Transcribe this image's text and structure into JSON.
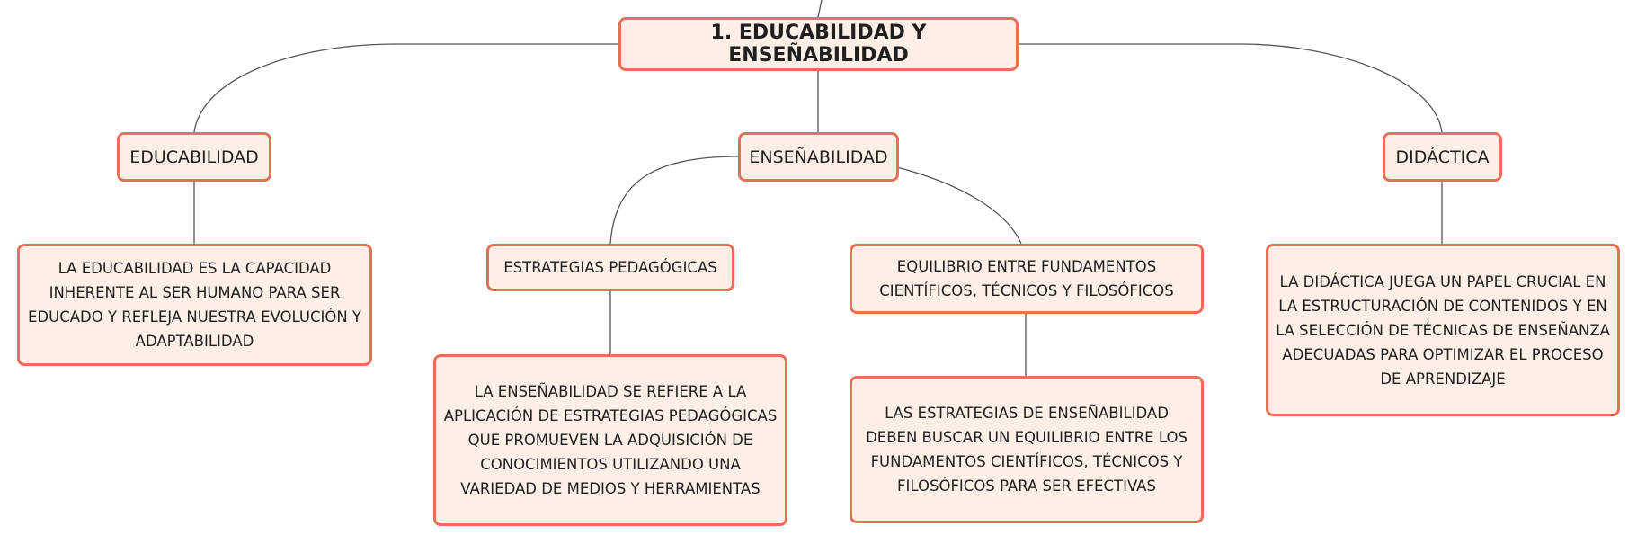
{
  "map": {
    "root": {
      "label": "1. EDUCABILIDAD Y ENSEÑABILIDAD"
    },
    "topics": {
      "educabilidad": {
        "label": "EDUCABILIDAD"
      },
      "ensenabilidad": {
        "label": "ENSEÑABILIDAD"
      },
      "didactica": {
        "label": "DIDÁCTICA"
      }
    },
    "subtopics": {
      "educabilidad_desc": {
        "text": "LA EDUCABILIDAD ES LA CAPACIDAD INHERENTE AL SER HUMANO PARA SER EDUCADO Y REFLEJA NUESTRA EVOLUCIÓN Y ADAPTABILIDAD"
      },
      "estrategias": {
        "label": "ESTRATEGIAS PEDAGÓGICAS"
      },
      "estrategias_desc": {
        "text": "LA ENSEÑABILIDAD SE REFIERE A LA APLICACIÓN DE ESTRATEGIAS PEDAGÓGICAS QUE PROMUEVEN LA ADQUISICIÓN DE CONOCIMIENTOS UTILIZANDO UNA VARIEDAD DE MEDIOS Y HERRAMIENTAS"
      },
      "equilibrio": {
        "label": "EQUILIBRIO ENTRE FUNDAMENTOS CIENTÍFICOS, TÉCNICOS Y FILOSÓFICOS"
      },
      "equilibrio_desc": {
        "text": "LAS ESTRATEGIAS DE ENSEÑABILIDAD DEBEN BUSCAR UN EQUILIBRIO ENTRE LOS FUNDAMENTOS CIENTÍFICOS, TÉCNICOS Y FILOSÓFICOS PARA SER EFECTIVAS"
      },
      "didactica_desc": {
        "text": "LA DIDÁCTICA JUEGA UN PAPEL CRUCIAL EN LA ESTRUCTURACIÓN DE CONTENIDOS Y EN LA SELECCIÓN DE TÉCNICAS DE ENSEÑANZA ADECUADAS PARA OPTIMIZAR EL PROCESO DE APRENDIZAJE"
      }
    }
  },
  "colors": {
    "node_fill": "#fdeee6",
    "node_border": "#e8705a",
    "connector": "#555555",
    "text": "#1f1f1f"
  }
}
